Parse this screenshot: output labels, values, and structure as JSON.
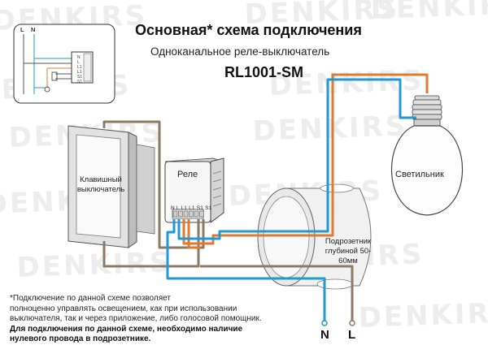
{
  "header": {
    "title": "Основная* схема подключения",
    "subtitle": "Одноканальное реле-выключатель",
    "model": "RL1001-SM"
  },
  "watermark": "DENKIRS",
  "components": {
    "switch_label": "Клавишный выключатель",
    "relay_label": "Реле",
    "relay_pins": "N L L1 L1 S1 S1",
    "lamp_label": "Светильник",
    "junction_box_label": "Подрозетник глубиной 50-60мм"
  },
  "mini_schematic": {
    "l_label": "L",
    "n_label": "N",
    "pins": [
      "N",
      "L",
      "L1",
      "L1",
      "S1",
      "S1"
    ]
  },
  "terminals": {
    "n_label": "N",
    "l_label": "L"
  },
  "footnote": {
    "line1": "*Подключение по данной схеме позволяет",
    "line2": "полноценно управлять освещением, как при использовании",
    "line3": "выключателя, так и через приложение, либо голосовой помощник.",
    "bold1": "Для подключения по данной схеме, необходимо наличие",
    "bold2": "нулевого провода в подрозетнике."
  },
  "colors": {
    "neutral_wire": "#1f9ad6",
    "phase_wire": "#e07a2f",
    "switch_wire": "#8c7a62",
    "background": "#ffffff"
  }
}
